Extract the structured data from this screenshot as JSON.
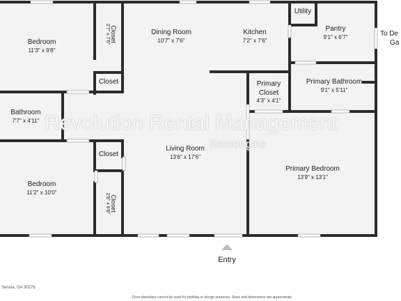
{
  "rooms": {
    "bedroom_top": {
      "name": "Bedroom",
      "dims": "11'3\" x 9'8\""
    },
    "closet_top": {
      "name": "Closet",
      "dims": "2'7\" x 7'6\""
    },
    "closet_small": {
      "name": "Closet"
    },
    "dining": {
      "name": "Dining Room",
      "dims": "10'7\" x 7'6\""
    },
    "kitchen": {
      "name": "Kitchen",
      "dims": "7'2\" x 7'6\""
    },
    "utility": {
      "name": "Utility"
    },
    "pantry": {
      "name": "Pantry",
      "dims": "9'1\" x 6'7\""
    },
    "primary_bath": {
      "name": "Primary Bathroom",
      "dims": "9'1\" x 5'11\""
    },
    "primary_closet": {
      "name_line1": "Primary",
      "name_line2": "Closet",
      "dims": "4'3\" x 4'1\""
    },
    "bathroom": {
      "name": "Bathroom",
      "dims": "7'7\" x 4'11\""
    },
    "living": {
      "name": "Living Room",
      "dims": "13'6\" x 17'6\""
    },
    "primary_bed": {
      "name": "Primary Bedroom",
      "dims": "13'9\" x 13'1\""
    },
    "closet_mid": {
      "name": "Closet"
    },
    "bedroom_bottom": {
      "name": "Bedroom",
      "dims": "11'2\" x 10'0\""
    },
    "closet_bottom": {
      "name": "Closet",
      "dims": "2'8\" x 6'8\""
    }
  },
  "exterior": {
    "line1": "To De",
    "line2": "Ga"
  },
  "entry": "Entry",
  "watermark": {
    "main": "Revolution Rental Management",
    "sub": "Rentengine"
  },
  "footer": {
    "address": "Senoia, GA 30276",
    "disclaimer": "Floor plans/tour cannot be used for building or design purposes. Sizes and dimensions are approximate."
  },
  "colors": {
    "floor": "#f3f3f3",
    "wall": "#2b2b2b",
    "window": "#ffffff",
    "entry_marker": "#bdbdbd"
  }
}
